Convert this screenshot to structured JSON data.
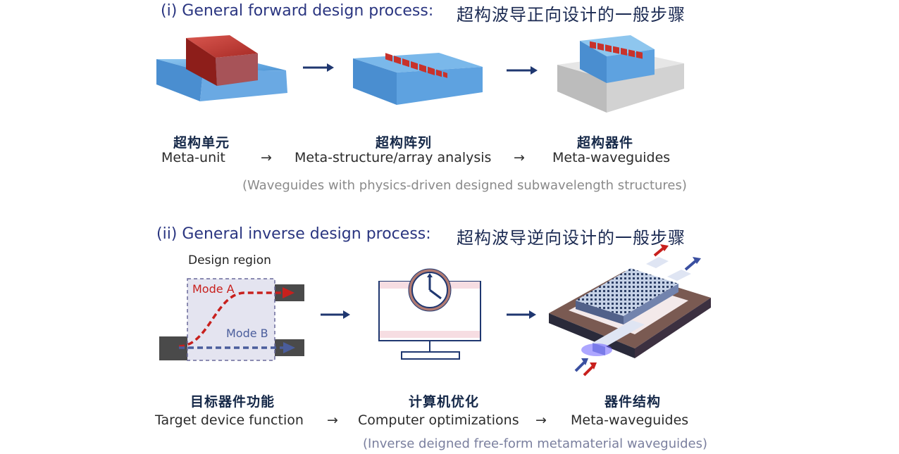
{
  "forward": {
    "title_en": "(i) General forward design process:",
    "title_cn": "超构波导正向设计的一般步骤",
    "steps": [
      {
        "cn": "超构单元",
        "en": "Meta-unit"
      },
      {
        "cn": "超构阵列",
        "en": "Meta-structure/array analysis"
      },
      {
        "cn": "超构器件",
        "en": "Meta-waveguides"
      }
    ],
    "arrow": "→",
    "note": "(Waveguides with physics-driven designed subwavelength structures)"
  },
  "inverse": {
    "title_en": "(ii) General inverse design process:",
    "title_cn": "超构波导逆向设计的一般步骤",
    "design_region_label": "Design region",
    "mode_a_label": "Mode A",
    "mode_b_label": "Mode B",
    "steps": [
      {
        "cn": "目标器件功能",
        "en": "Target device function"
      },
      {
        "cn": "计算机优化",
        "en": "Computer optimizations"
      },
      {
        "cn": "器件结构",
        "en": "Meta-waveguides"
      }
    ],
    "arrow": "→",
    "note": "(Inverse deigned free-form metamaterial waveguides)"
  },
  "colors": {
    "title_blue": "#2a3580",
    "waveguide_red": "#c0392b",
    "substrate_blue": "#5aa5e0",
    "arrow_navy": "#1f3770",
    "mode_a": "#c8201d",
    "mode_b": "#4a5d9c"
  }
}
